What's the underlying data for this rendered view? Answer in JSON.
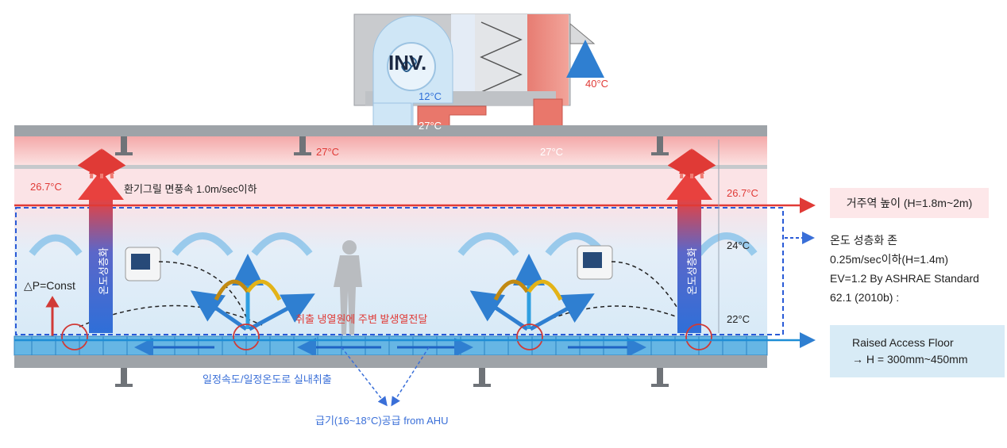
{
  "ahu": {
    "fan_label": "INV.",
    "supply_temp": "12°C",
    "return_temp_ahu": "27°C",
    "exhaust_temp": "40°C"
  },
  "ceiling": {
    "plenum_temp_center": "27°C",
    "return_duct_temp": "27°C",
    "left_temp": "26.7°C",
    "right_temp": "26.7°C",
    "grille_velocity": "환기그릴 면풍속 1.0m/sec이하"
  },
  "room": {
    "left_arrow_label": "온도성층화",
    "right_arrow_label": "온도성층화",
    "pressure_label": "△P=Const",
    "temp_upper": "24°C",
    "temp_lower": "22°C",
    "heat_label": "취출 냉열원에 주변 발생열전달"
  },
  "floor": {
    "underfloor_label": "일정속도/일정온도로 실내취출",
    "supply_label": "급기(16~18°C)공급 from AHU"
  },
  "side": {
    "occupied_zone": "거주역 높이 (H=1.8m~2m)",
    "strat_zone_lines": [
      "온도 성층화 존",
      "0.25m/sec이하(H=1.4m)",
      "EV=1.2 By ASHRAE Standard",
      "62.1 (2010b) :"
    ],
    "raf_lines": [
      "Raised Access Floor",
      "→ H = 300mm~450mm"
    ]
  },
  "colors": {
    "warm": "#e8413e",
    "cool": "#2f7fd1",
    "ceiling_pink": "#f6b7b7",
    "room_blue": "#dcecf7",
    "floor_blue": "#5aaedc",
    "dashed_zone": "#2a5bd7",
    "supply_text": "#3a6fd8"
  }
}
